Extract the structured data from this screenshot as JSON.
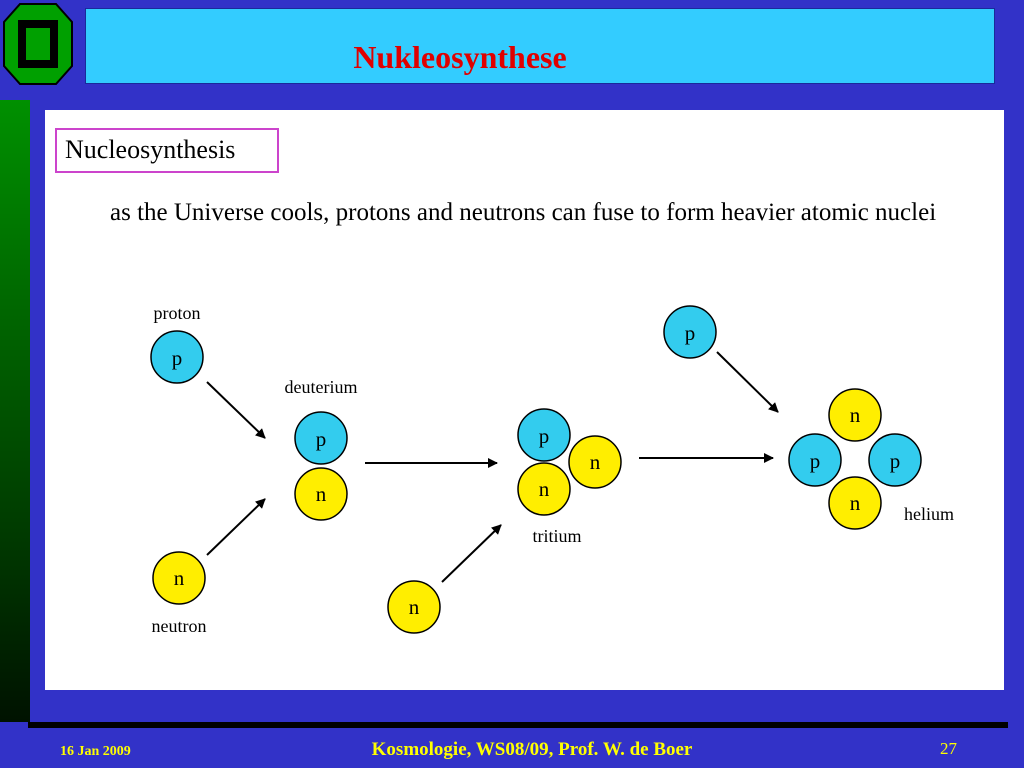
{
  "header": {
    "title": "Nukleosynthese"
  },
  "panel": {
    "heading": "Nucleosynthesis",
    "intro": "as the Universe cools, protons and neutrons can fuse to form heavier atomic nuclei"
  },
  "diagram": {
    "labels": {
      "proton": "proton",
      "neutron": "neutron",
      "deuterium": "deuterium",
      "tritium": "tritium",
      "helium": "helium"
    },
    "particle_letters": {
      "proton": "p",
      "neutron": "n"
    }
  },
  "footer": {
    "date": "16 Jan  2009",
    "course": "Kosmologie,  WS08/09,  Prof. W. de Boer",
    "page": "27"
  },
  "colors": {
    "background": "#3232c8",
    "title_bar": "#33ccff",
    "title_text": "#e00000",
    "proton": "#33ccee",
    "neutron": "#ffee00",
    "footer_text": "#ffff00"
  }
}
